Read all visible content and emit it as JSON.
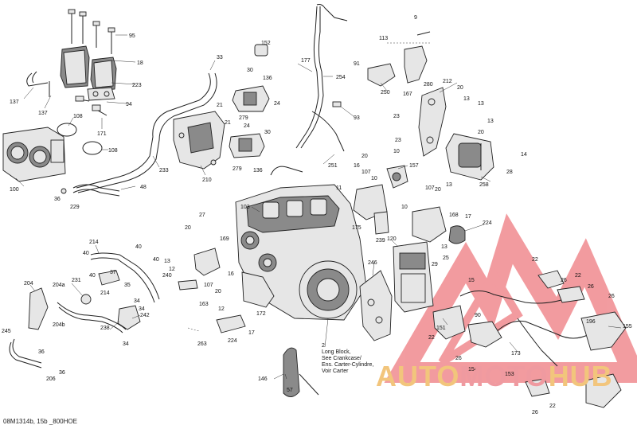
{
  "diagram": {
    "callouts": [
      {
        "id": "95",
        "text": "95"
      },
      {
        "id": "18",
        "text": "18"
      },
      {
        "id": "223",
        "text": "223"
      },
      {
        "id": "94",
        "text": "94"
      },
      {
        "id": "137a",
        "text": "137"
      },
      {
        "id": "137b",
        "text": "137"
      },
      {
        "id": "108a",
        "text": "108"
      },
      {
        "id": "171",
        "text": "171"
      },
      {
        "id": "108b",
        "text": "108"
      },
      {
        "id": "100",
        "text": "100"
      },
      {
        "id": "36a",
        "text": "36"
      },
      {
        "id": "229",
        "text": "229"
      },
      {
        "id": "48",
        "text": "48"
      },
      {
        "id": "233",
        "text": "233"
      },
      {
        "id": "33",
        "text": "33"
      },
      {
        "id": "21a",
        "text": "21"
      },
      {
        "id": "21b",
        "text": "21"
      },
      {
        "id": "210",
        "text": "210"
      },
      {
        "id": "30a",
        "text": "30"
      },
      {
        "id": "136a",
        "text": "136"
      },
      {
        "id": "24a",
        "text": "24"
      },
      {
        "id": "279a",
        "text": "279"
      },
      {
        "id": "152",
        "text": "152"
      },
      {
        "id": "24b",
        "text": "24"
      },
      {
        "id": "30b",
        "text": "30"
      },
      {
        "id": "279b",
        "text": "279"
      },
      {
        "id": "136b",
        "text": "136"
      },
      {
        "id": "177",
        "text": "177"
      },
      {
        "id": "254",
        "text": "254"
      },
      {
        "id": "93",
        "text": "93"
      },
      {
        "id": "251",
        "text": "251"
      },
      {
        "id": "91",
        "text": "91"
      },
      {
        "id": "113",
        "text": "113"
      },
      {
        "id": "9",
        "text": "9"
      },
      {
        "id": "250",
        "text": "250"
      },
      {
        "id": "280",
        "text": "280"
      },
      {
        "id": "167",
        "text": "167"
      },
      {
        "id": "212",
        "text": "212"
      },
      {
        "id": "20a",
        "text": "20"
      },
      {
        "id": "13a",
        "text": "13"
      },
      {
        "id": "13b",
        "text": "13"
      },
      {
        "id": "23a",
        "text": "23"
      },
      {
        "id": "23b",
        "text": "23"
      },
      {
        "id": "20b",
        "text": "20"
      },
      {
        "id": "13c",
        "text": "13"
      },
      {
        "id": "14",
        "text": "14"
      },
      {
        "id": "28",
        "text": "28"
      },
      {
        "id": "258",
        "text": "258"
      },
      {
        "id": "157",
        "text": "157"
      },
      {
        "id": "16",
        "text": "16"
      },
      {
        "id": "20c",
        "text": "20"
      },
      {
        "id": "10a",
        "text": "10"
      },
      {
        "id": "107a",
        "text": "107"
      },
      {
        "id": "10b",
        "text": "10"
      },
      {
        "id": "11",
        "text": "11"
      },
      {
        "id": "175",
        "text": "175"
      },
      {
        "id": "107b",
        "text": "107"
      },
      {
        "id": "20d",
        "text": "20"
      },
      {
        "id": "13d",
        "text": "13"
      },
      {
        "id": "10c",
        "text": "10"
      },
      {
        "id": "168",
        "text": "168"
      },
      {
        "id": "17a",
        "text": "17"
      },
      {
        "id": "13e",
        "text": "13"
      },
      {
        "id": "239",
        "text": "239"
      },
      {
        "id": "224a",
        "text": "224"
      },
      {
        "id": "103",
        "text": "103"
      },
      {
        "id": "27",
        "text": "27"
      },
      {
        "id": "20e",
        "text": "20"
      },
      {
        "id": "169",
        "text": "169"
      },
      {
        "id": "214a",
        "text": "214"
      },
      {
        "id": "40a",
        "text": "40"
      },
      {
        "id": "40b",
        "text": "40"
      },
      {
        "id": "40c",
        "text": "40"
      },
      {
        "id": "13f",
        "text": "13"
      },
      {
        "id": "12a",
        "text": "12"
      },
      {
        "id": "240",
        "text": "240"
      },
      {
        "id": "37",
        "text": "37"
      },
      {
        "id": "40d",
        "text": "40"
      },
      {
        "id": "16b",
        "text": "16"
      },
      {
        "id": "120",
        "text": "120"
      },
      {
        "id": "246",
        "text": "246"
      },
      {
        "id": "29",
        "text": "29"
      },
      {
        "id": "25",
        "text": "25"
      },
      {
        "id": "107c",
        "text": "107"
      },
      {
        "id": "20f",
        "text": "20"
      },
      {
        "id": "204",
        "text": "204"
      },
      {
        "id": "204a",
        "text": "204a"
      },
      {
        "id": "231",
        "text": "231"
      },
      {
        "id": "214b",
        "text": "214"
      },
      {
        "id": "35",
        "text": "35"
      },
      {
        "id": "34a",
        "text": "34"
      },
      {
        "id": "34b",
        "text": "34"
      },
      {
        "id": "163",
        "text": "163"
      },
      {
        "id": "12b",
        "text": "12"
      },
      {
        "id": "172",
        "text": "172"
      },
      {
        "id": "245",
        "text": "245"
      },
      {
        "id": "204b",
        "text": "204b"
      },
      {
        "id": "238",
        "text": "238"
      },
      {
        "id": "242",
        "text": "242"
      },
      {
        "id": "34c",
        "text": "34"
      },
      {
        "id": "224b",
        "text": "224"
      },
      {
        "id": "17b",
        "text": "17"
      },
      {
        "id": "263",
        "text": "263"
      },
      {
        "id": "36b",
        "text": "36"
      },
      {
        "id": "36c",
        "text": "36"
      },
      {
        "id": "206",
        "text": "206"
      },
      {
        "id": "2",
        "text": "2"
      },
      {
        "id": "146",
        "text": "146"
      },
      {
        "id": "57",
        "text": "57"
      },
      {
        "id": "22a",
        "text": "22"
      },
      {
        "id": "26a",
        "text": "26"
      },
      {
        "id": "22b",
        "text": "22"
      },
      {
        "id": "26b",
        "text": "26"
      },
      {
        "id": "26c",
        "text": "26"
      },
      {
        "id": "15",
        "text": "15"
      },
      {
        "id": "90",
        "text": "90"
      },
      {
        "id": "196",
        "text": "196"
      },
      {
        "id": "155",
        "text": "155"
      },
      {
        "id": "151",
        "text": "151"
      },
      {
        "id": "22c",
        "text": "22"
      },
      {
        "id": "26d",
        "text": "26"
      },
      {
        "id": "173",
        "text": "173"
      },
      {
        "id": "154",
        "text": "154"
      },
      {
        "id": "153",
        "text": "153"
      },
      {
        "id": "26e",
        "text": "26"
      },
      {
        "id": "22d",
        "text": "22"
      }
    ],
    "note_lines": [
      "Long Block,",
      "See Crankcase/",
      "Ens. Carter-Cylindre,",
      "Voir Carter"
    ],
    "footer_code": "08M1314b, 15b _800HOE"
  },
  "watermark": {
    "part1": "AUTO",
    "part2": "MOTO",
    "part3": "HUB",
    "color_orange": "#f2c57c",
    "color_red": "#ef9aa0"
  }
}
